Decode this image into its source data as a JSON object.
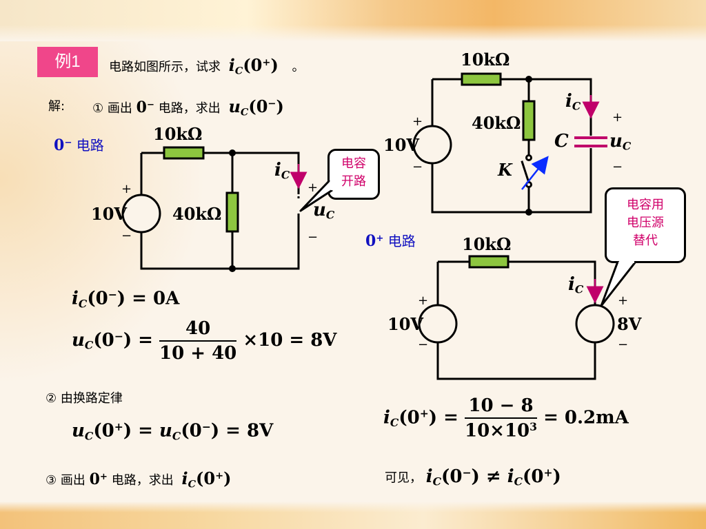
{
  "badge": "例1",
  "problem": {
    "text": "电路如图所示，试求",
    "var": "i",
    "sub": "C",
    "arg_pre": "(0",
    "arg_sup": "+",
    "arg_post": ")",
    "end": "。"
  },
  "solution_label": "解:",
  "step1": {
    "prefix": "① 画出",
    "zero": "0",
    "sup": "−",
    "mid": "电路，求出",
    "var": "u",
    "sub": "C",
    "arg_pre": "(0",
    "arg_sup": "−",
    "arg_post": ")"
  },
  "circuit_minus": {
    "label_zero": "0",
    "label_sup": "−",
    "label_text": "电路",
    "r_top": "10kΩ",
    "r_mid": "40kΩ",
    "source": "10V",
    "plus": "+",
    "minus": "−",
    "ic": "i",
    "ic_sub": "C",
    "uc": "u",
    "uc_sub": "C",
    "uc_plus": "+",
    "uc_minus": "−"
  },
  "callout_open": {
    "line1": "电容",
    "line2": "开路"
  },
  "circuit_top": {
    "r_top": "10kΩ",
    "r_mid": "40kΩ",
    "source": "10V",
    "plus": "+",
    "minus": "−",
    "ic": "i",
    "ic_sub": "C",
    "cap": "C",
    "uc": "u",
    "uc_sub": "C",
    "uc_plus": "+",
    "uc_minus": "−",
    "switch": "K"
  },
  "circuit_plus": {
    "label_zero": "0",
    "label_sup": "+",
    "label_text": "电路",
    "r_top": "10kΩ",
    "source_left": "10V",
    "source_right": "8V",
    "plus": "+",
    "minus": "−",
    "ic": "i",
    "ic_sub": "C"
  },
  "callout_replace": {
    "line1": "电容用",
    "line2": "电压源",
    "line3": "替代"
  },
  "eq1": {
    "var": "i",
    "sub": "C",
    "arg": "(0",
    "sup": "−",
    "rhs": ") = 0A"
  },
  "eq2": {
    "var": "u",
    "sub": "C",
    "arg": "(0",
    "sup": "−",
    "eq": ") =",
    "num": "40",
    "den": "10 + 40",
    "rhs": "×10 = 8V"
  },
  "step2": "② 由换路定律",
  "eq3": {
    "var": "u",
    "sub": "C",
    "arg": "(0",
    "sup": "+",
    "mid": ") = ",
    "var2": "u",
    "sub2": "C",
    "arg2": "(0",
    "sup2": "−",
    "rhs": ") = 8V"
  },
  "step3": {
    "prefix": "③ 画出",
    "zero": "0",
    "sup": "+",
    "mid": "电路，求出",
    "var": "i",
    "sub": "C",
    "arg_pre": "(0",
    "arg_sup": "+",
    "arg_post": ")"
  },
  "eq4": {
    "var": "i",
    "sub": "C",
    "arg": "(0",
    "sup": "+",
    "eq": ") =",
    "num": "10 − 8",
    "den_pre": "10×10",
    "den_sup": "3",
    "rhs": "= 0.2mA"
  },
  "conclusion": {
    "prefix": "可见，",
    "var": "i",
    "sub": "C",
    "arg": "(0",
    "sup": "−",
    "neq": ") ≠ ",
    "var2": "i",
    "sub2": "C",
    "arg2": "(0",
    "sup2": "+",
    "end": ")"
  },
  "colors": {
    "badge": "#f0468a",
    "resistor": "#8dc63f",
    "arrow": "#c0006a",
    "switch_arrow": "#0a2cff",
    "heading_blue": "#1010c0",
    "callout_text": "#d0006a"
  }
}
